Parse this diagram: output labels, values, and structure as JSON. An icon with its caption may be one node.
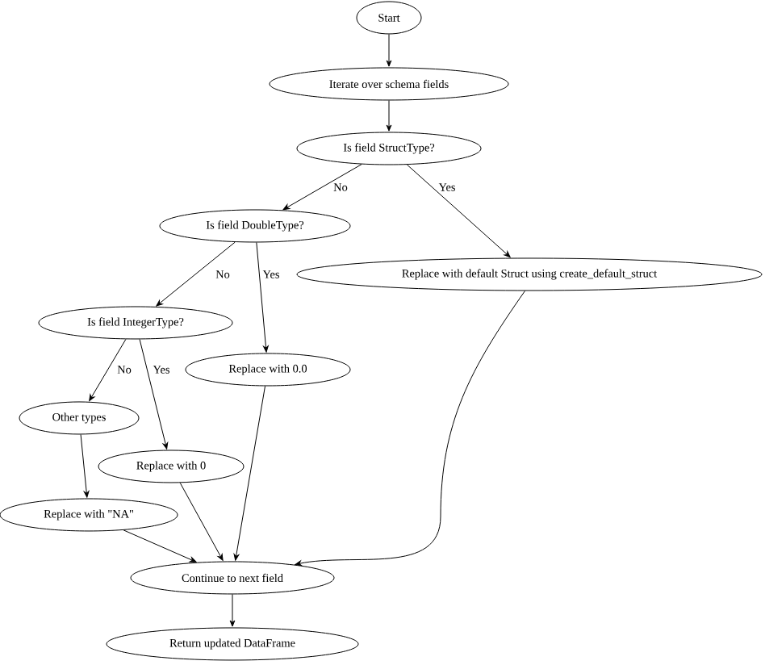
{
  "diagram": {
    "nodes": [
      {
        "text": [
          "Start"
        ]
      },
      {
        "text": [
          "Iterate over schema fields"
        ]
      },
      {
        "text": [
          "Is field StructType?"
        ]
      },
      {
        "text": [
          "Is field DoubleType?"
        ]
      },
      {
        "text": [
          "Replace with default Struct using create_default_struct"
        ]
      },
      {
        "text": [
          "Is field IntegerType?"
        ]
      },
      {
        "text": [
          "Replace with 0.0"
        ]
      },
      {
        "text": [
          "Other types"
        ]
      },
      {
        "text": [
          "Replace with 0"
        ]
      },
      {
        "text": [
          "Replace with \"NA\""
        ]
      },
      {
        "text": [
          "Continue to next field"
        ]
      },
      {
        "text": [
          "Return updated DataFrame"
        ]
      }
    ],
    "edges": [
      {
        "from": 0,
        "to": 1,
        "arrow": "to"
      },
      {
        "from": 1,
        "to": 2,
        "arrow": "to"
      },
      {
        "from": 2,
        "to": 3,
        "arrow": "to",
        "label": "No"
      },
      {
        "from": 2,
        "to": 4,
        "arrow": "to",
        "label": "Yes"
      },
      {
        "from": 3,
        "to": 5,
        "arrow": "to",
        "label": "No"
      },
      {
        "from": 3,
        "to": 6,
        "arrow": "to",
        "label": "Yes"
      },
      {
        "from": 5,
        "to": 7,
        "arrow": "to",
        "label": "No"
      },
      {
        "from": 5,
        "to": 8,
        "arrow": "to",
        "label": "Yes"
      },
      {
        "from": 7,
        "to": 9,
        "arrow": "to"
      },
      {
        "from": 8,
        "to": 10,
        "arrow": "to"
      },
      {
        "from": 6,
        "to": 10,
        "arrow": "to"
      },
      {
        "from": 9,
        "to": 10,
        "arrow": "to"
      },
      {
        "from": 4,
        "to": 10,
        "arrow": "to"
      },
      {
        "from": 10,
        "to": 11,
        "arrow": "to"
      }
    ]
  }
}
